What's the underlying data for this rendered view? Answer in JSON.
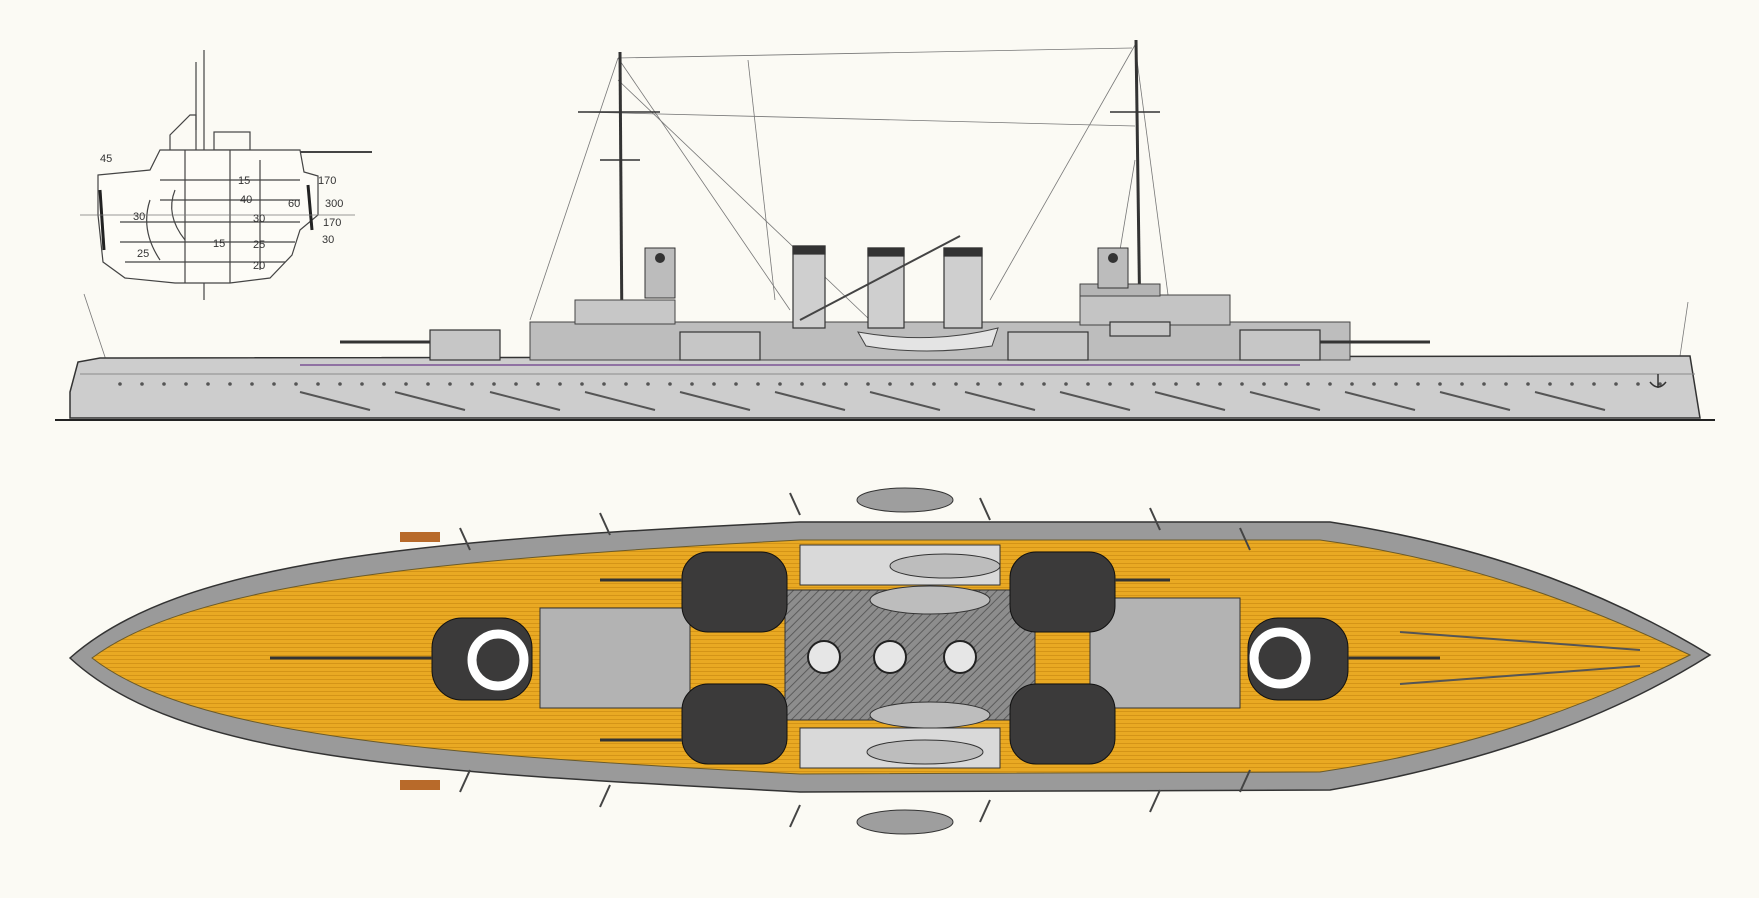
{
  "section_drawing": {
    "labels": {
      "l45": "45",
      "l15a": "15",
      "l170a": "170",
      "l40": "40",
      "l60": "60",
      "l300": "300",
      "l30a": "30",
      "l30b": "30",
      "l170b": "170",
      "l15b": "15",
      "l25a": "25",
      "l30c": "30",
      "l25b": "25",
      "l20": "20"
    }
  },
  "colors": {
    "paper": "#fbfaf4",
    "hull_grey": "#c9c9c9",
    "hull_shadow": "#9a9a9a",
    "deck_wood": "#e9a923",
    "deck_plank": "#cf8f14",
    "turret_dark": "#3b3a3a",
    "line": "#333333"
  }
}
